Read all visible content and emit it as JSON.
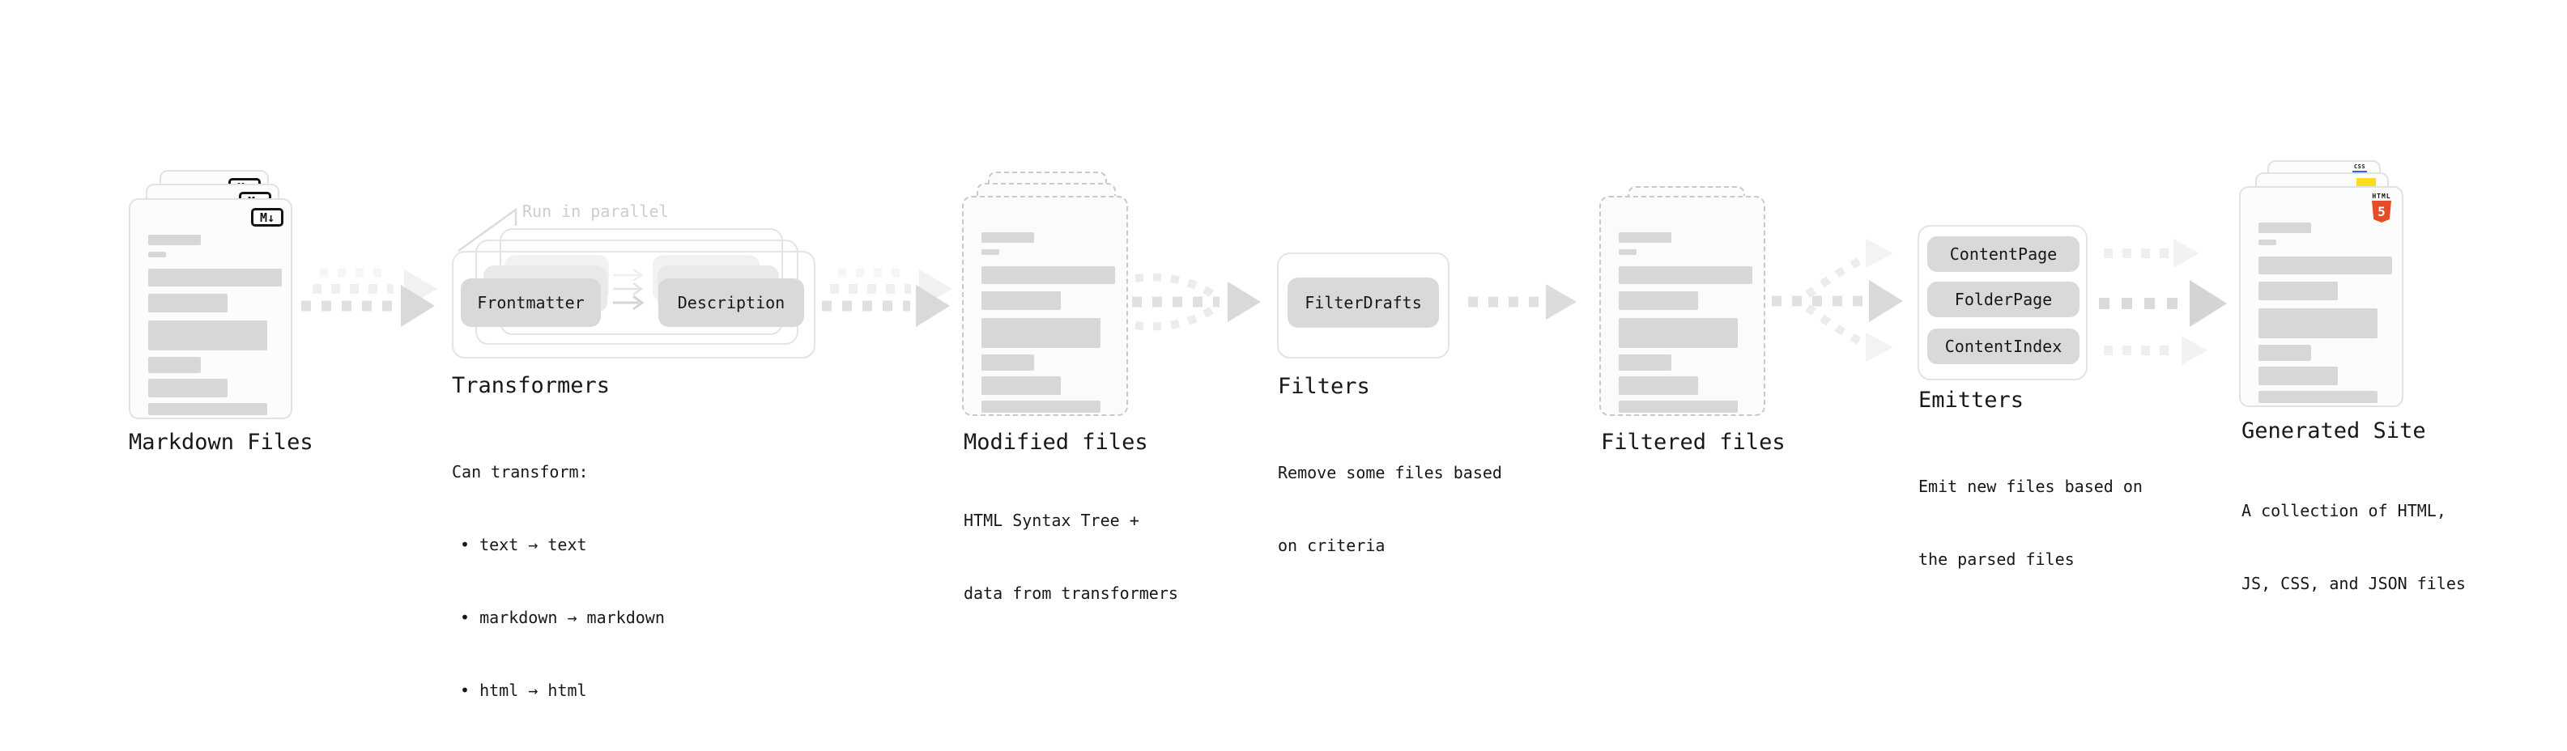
{
  "sections": {
    "markdown_files": {
      "label": "Markdown Files",
      "badge_icon": "M↓"
    },
    "transformers": {
      "annotation": "Run in parallel",
      "input_pill": "Frontmatter",
      "output_pill": "Description",
      "title": "Transformers",
      "heading": "Can transform:",
      "bullets": [
        "• text → text",
        "• markdown → markdown",
        "• html → html"
      ]
    },
    "modified_files": {
      "label": "Modified files",
      "description": [
        "HTML Syntax Tree +",
        "data from transformers"
      ]
    },
    "filters": {
      "pill": "FilterDrafts",
      "title": "Filters",
      "description": [
        "Remove some files based",
        "on criteria"
      ]
    },
    "filtered_files": {
      "label": "Filtered files"
    },
    "emitters": {
      "pills": [
        "ContentPage",
        "FolderPage",
        "ContentIndex"
      ],
      "title": "Emitters",
      "description": [
        "Emit new files based on",
        "the parsed files"
      ]
    },
    "generated_site": {
      "label": "Generated Site",
      "description": [
        "A collection of HTML,",
        "JS, CSS, and JSON files"
      ],
      "badges": {
        "html_label": "HTML",
        "html_number": "5",
        "css_label": "CSS"
      }
    }
  },
  "colors": {
    "html5_orange": "#e44d26",
    "js_yellow": "#f7df1e",
    "css_blue": "#2965f1",
    "arrow_grey": "#d9d9d9",
    "card_border": "#e2e2e2"
  }
}
